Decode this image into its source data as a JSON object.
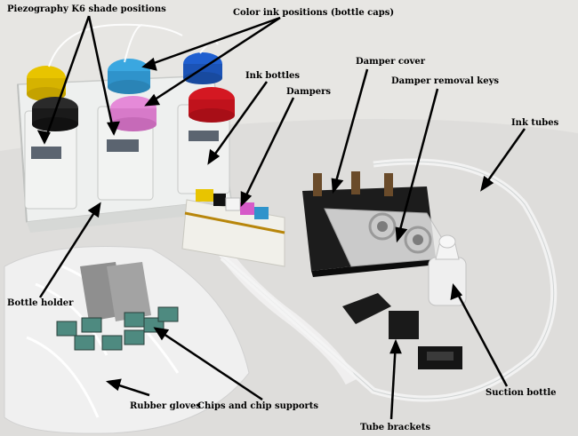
{
  "labels": {
    "k6_shade": "Piezography K6 shade positions",
    "color_caps": "Color ink positions (bottle caps)",
    "ink_bottles": "Ink bottles",
    "dampers": "Dampers",
    "damper_cover": "Damper cover",
    "removal_keys": "Damper removal keys",
    "ink_tubes": "Ink tubes",
    "bottle_holder": "Bottle holder",
    "suction_bottle": "Suction bottle",
    "chips": "Chips and chip supports",
    "rubber_gloves": "Rubber gloves",
    "tube_brackets": "Tube brackets"
  },
  "colors": {
    "yellow_cap": "#e8c400",
    "cyan_cap": "#3aa7e0",
    "blue_cap": "#1f5fd0",
    "black_cap": "#1a1a1a",
    "magenta_cap": "#e58ad8",
    "red_cap": "#d41822"
  }
}
